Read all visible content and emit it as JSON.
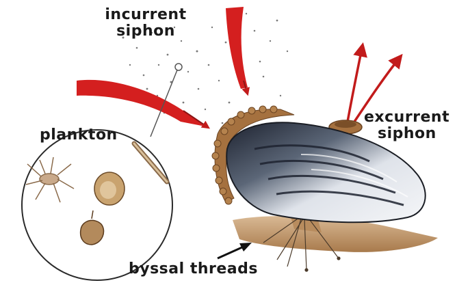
{
  "labels": {
    "incurrent_line1": "incurrent",
    "incurrent_line2": "siphon",
    "excurrent_line1": "excurrent",
    "excurrent_line2": "siphon",
    "plankton": "plankton",
    "byssal": "byssal threads"
  },
  "colors": {
    "arrow_red": "#d41f1f",
    "shell_dark": "#2a2f3a",
    "shell_light": "#e9ecf1",
    "mantle_brown": "#a5713f",
    "sand": "#c9a57d",
    "line": "#333333"
  }
}
